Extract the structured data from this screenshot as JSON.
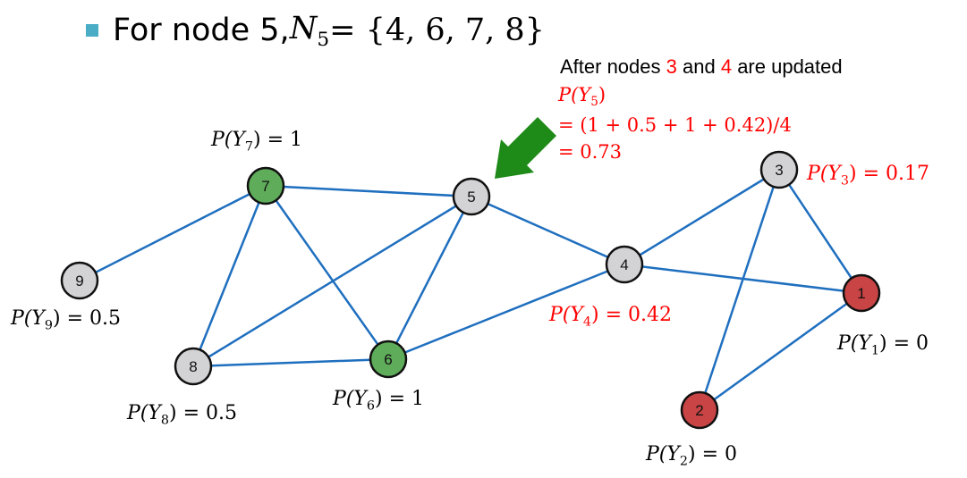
{
  "header": {
    "prefix": "For node 5, ",
    "set_symbol": "N",
    "set_subscript": "5",
    "set_value": " = {4, 6, 7, 8}"
  },
  "update_note": {
    "before": "After nodes ",
    "node_a": "3",
    "middle": " and ",
    "node_b": "4",
    "after": " are updated"
  },
  "formula": {
    "line1_symbol": "P(Y",
    "line1_subscript": "5",
    "line1_close": ")",
    "line2": "= (1 + 0.5 + 1 + 0.42)/4",
    "line3": "= 0.73"
  },
  "colors": {
    "edge": "#1f6fbf",
    "neutral_node": "#d3d3d6",
    "positive_node": "#5fad5a",
    "negative_node": "#c94444",
    "highlight_text": "#ff0000",
    "arrow": "#1e8a18"
  },
  "nodes": [
    {
      "id": "1",
      "class": "negative"
    },
    {
      "id": "2",
      "class": "negative"
    },
    {
      "id": "3",
      "class": "neutral"
    },
    {
      "id": "4",
      "class": "neutral"
    },
    {
      "id": "5",
      "class": "neutral"
    },
    {
      "id": "6",
      "class": "positive"
    },
    {
      "id": "7",
      "class": "positive"
    },
    {
      "id": "8",
      "class": "neutral"
    },
    {
      "id": "9",
      "class": "neutral"
    }
  ],
  "edges": [
    [
      "7",
      "5"
    ],
    [
      "7",
      "9"
    ],
    [
      "7",
      "8"
    ],
    [
      "7",
      "6"
    ],
    [
      "5",
      "8"
    ],
    [
      "5",
      "6"
    ],
    [
      "5",
      "4"
    ],
    [
      "6",
      "8"
    ],
    [
      "6",
      "4"
    ],
    [
      "4",
      "3"
    ],
    [
      "4",
      "1"
    ],
    [
      "3",
      "1"
    ],
    [
      "3",
      "2"
    ],
    [
      "1",
      "2"
    ]
  ],
  "labels": {
    "y7": {
      "sub": "7",
      "value": " = 1"
    },
    "y9": {
      "sub": "9",
      "value": " = 0.5"
    },
    "y8": {
      "sub": "8",
      "value": " = 0.5"
    },
    "y6": {
      "sub": "6",
      "value": " = 1"
    },
    "y4": {
      "sub": "4",
      "value": " = 0.42"
    },
    "y3": {
      "sub": "3",
      "value": " = 0.17"
    },
    "y1": {
      "sub": "1",
      "value": " = 0"
    },
    "y2": {
      "sub": "2",
      "value": " = 0"
    }
  },
  "label_prefix": "P(Y",
  "label_close": ")"
}
